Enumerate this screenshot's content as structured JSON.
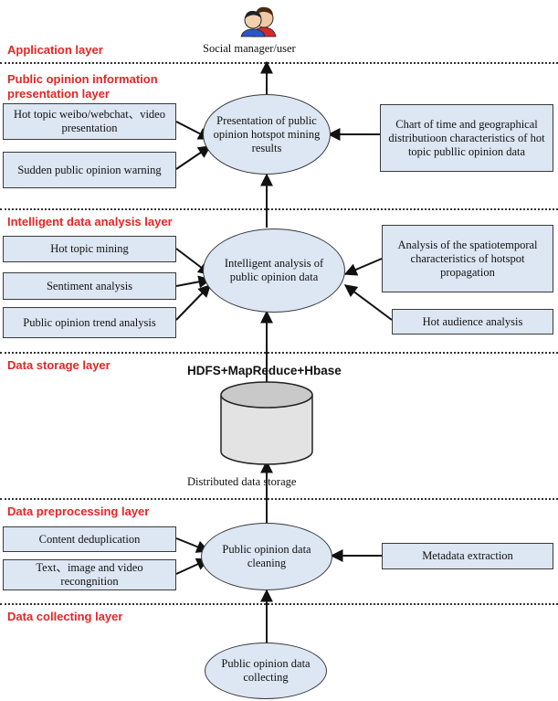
{
  "layers": {
    "application": "Application layer",
    "presentation": "Public opinion information presentation layer",
    "analysis": "Intelligent data analysis layer",
    "storage": "Data storage layer",
    "preprocessing": "Data preprocessing layer",
    "collecting": "Data collecting layer"
  },
  "user": {
    "label": "Social manager/user",
    "icon": "users-icon"
  },
  "presentation": {
    "ellipse": "Presentation of public opinion hotspot mining results",
    "left_boxes": [
      "Hot topic weibo/webchat、video presentation",
      "Sudden public opinion warning"
    ],
    "right_box": "Chart of time and geographical distributioon characteristics of hot topic publlic opinion data"
  },
  "analysis": {
    "ellipse": "Intelligent analysis of public opinion data",
    "left_boxes": [
      "Hot topic mining",
      "Sentiment analysis",
      "Public opinion trend analysis"
    ],
    "right_boxes": [
      "Analysis of the spatiotemporal characteristics of hotspot propagation",
      "Hot audience analysis"
    ]
  },
  "storage": {
    "tech": "HDFS+MapReduce+Hbase",
    "label": "Distributed data storage",
    "icon": "database-cylinder-icon"
  },
  "preprocessing": {
    "ellipse": "Public opinion data cleaning",
    "left_boxes": [
      "Content deduplication",
      "Text、image and video recongnition"
    ],
    "right_box": "Metadata extraction"
  },
  "collecting": {
    "ellipse": "Public opinion data collecting"
  }
}
